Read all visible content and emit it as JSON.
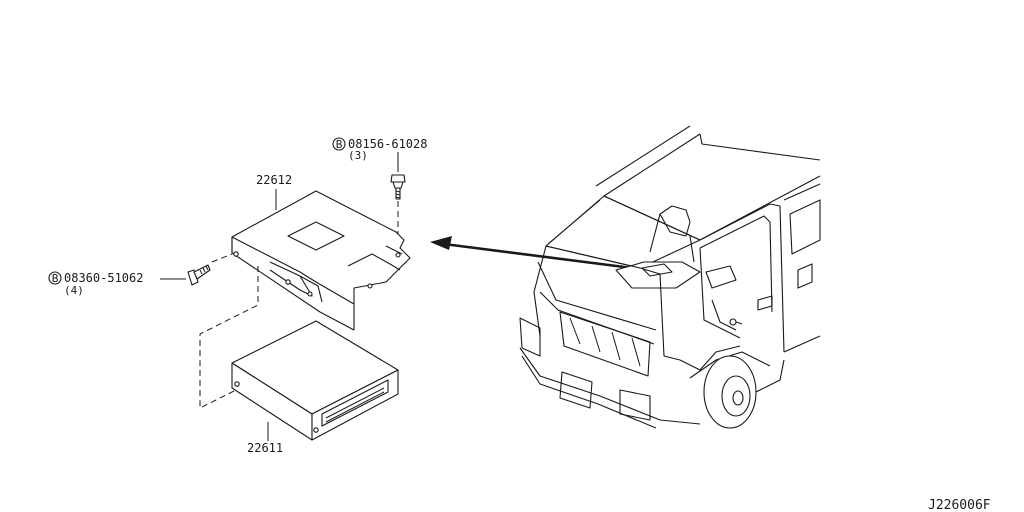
{
  "parts": {
    "bolt_top": {
      "marker": "B",
      "part_no": "08156-61028",
      "qty": "(3)"
    },
    "bolt_left": {
      "marker": "B",
      "part_no": "08360-51062",
      "qty": "(4)"
    },
    "bracket": {
      "part_no": "22612"
    },
    "control_unit": {
      "part_no": "22611"
    }
  },
  "diagram_ref": "J226006F"
}
